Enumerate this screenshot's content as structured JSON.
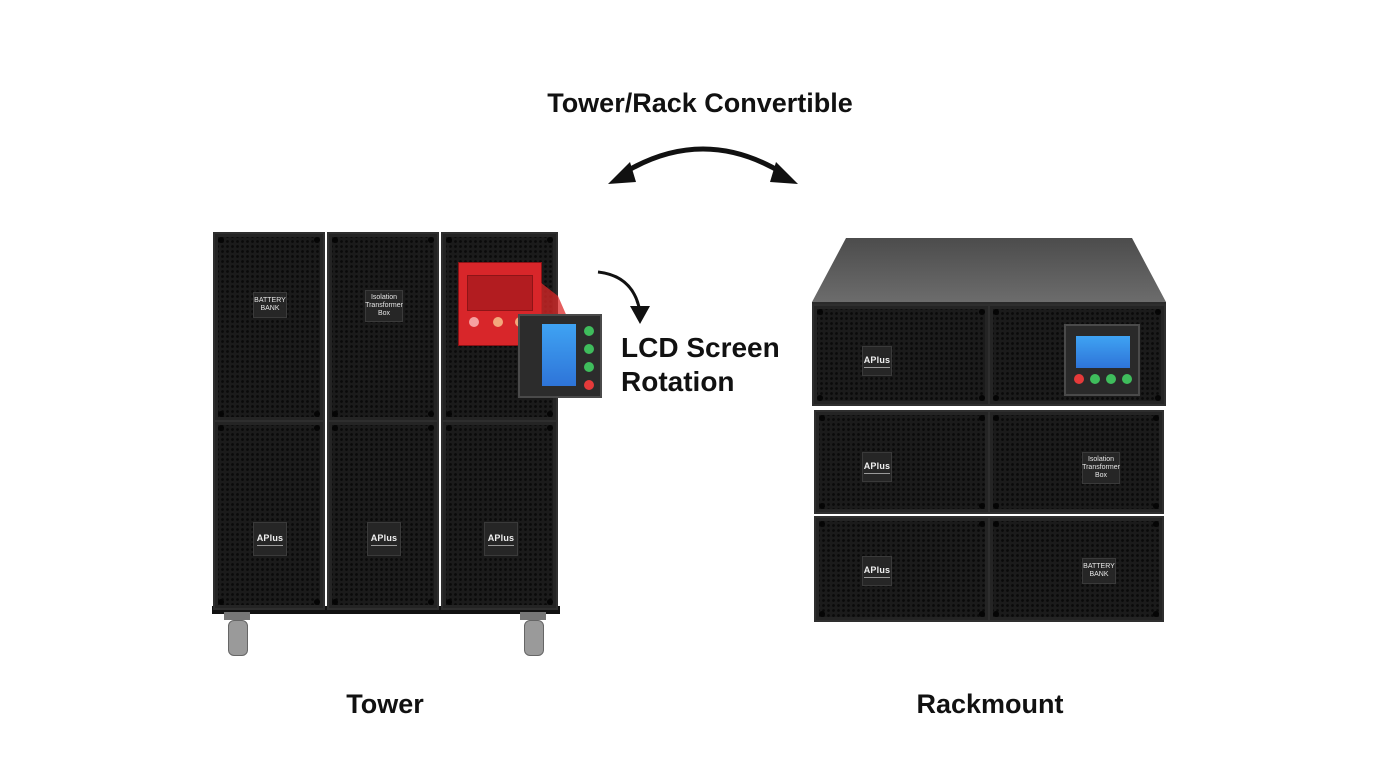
{
  "heading": "Tower/Rack Convertible",
  "lcd_rotation_label": [
    "LCD Screen",
    "Rotation"
  ],
  "captions": {
    "tower": "Tower",
    "rackmount": "Rackmount"
  },
  "tower": {
    "battery_label": [
      "BATTERY",
      "BANK"
    ],
    "transformer_label": [
      "Isolation",
      "Transformer",
      "Box"
    ],
    "logo": "APlus"
  },
  "rack": {
    "battery_label": [
      "BATTERY",
      "BANK"
    ],
    "transformer_label": [
      "Isolation",
      "Transformer",
      "Box"
    ],
    "logo": "APlus"
  },
  "colors": {
    "chassis": "#1b1b1b",
    "highlight": "#d8262a",
    "lcd_blue": "#3a8ee6"
  },
  "icons": [
    "curved-double-arrow-icon",
    "curved-arrow-icon"
  ]
}
